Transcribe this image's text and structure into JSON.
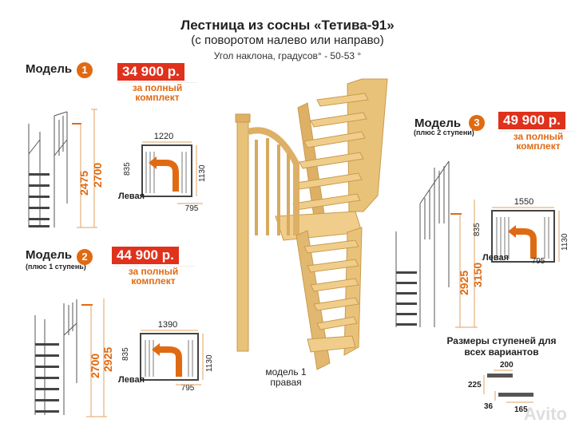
{
  "header": {
    "title": "Лестница из сосны «Тетива-91»",
    "subtitle": "(с поворотом налево или направо)",
    "angle": "Угол наклона, градусов° - 50-53 °"
  },
  "models": [
    {
      "label": "Модель",
      "number": "1",
      "sub": "",
      "price": "34 900 р.",
      "complect": "за полный комплект",
      "heights": [
        "2475",
        "2700"
      ],
      "plan_width": "1220",
      "plan_side_a": "835",
      "plan_side_b": "1130",
      "plan_bottom": "795",
      "side": "Левая"
    },
    {
      "label": "Модель",
      "number": "2",
      "sub": "(плюс 1 ступень)",
      "price": "44 900 р.",
      "complect": "за полный комплект",
      "heights": [
        "2700",
        "2925"
      ],
      "plan_width": "1390",
      "plan_side_a": "835",
      "plan_side_b": "1130",
      "plan_bottom": "795",
      "side": "Левая"
    },
    {
      "label": "Модель",
      "number": "3",
      "sub": "(плюс 2 ступени)",
      "price": "49 900 р.",
      "complect": "за полный комплект",
      "heights": [
        "2925",
        "3150"
      ],
      "plan_width": "1550",
      "plan_side_a": "835",
      "plan_side_b": "1130",
      "plan_bottom": "795",
      "side": "Левая"
    }
  ],
  "photo_caption": "модель 1 правая",
  "steps": {
    "title": "Размеры ступеней для всех вариантов",
    "width": "200",
    "height": "225",
    "thickness": "36",
    "depth": "165"
  },
  "watermark": "Avito",
  "colors": {
    "price_bg": "#e0311c",
    "accent_orange": "#e06a12",
    "wood": "#e9c27a",
    "wood_dark": "#c99a4c"
  }
}
